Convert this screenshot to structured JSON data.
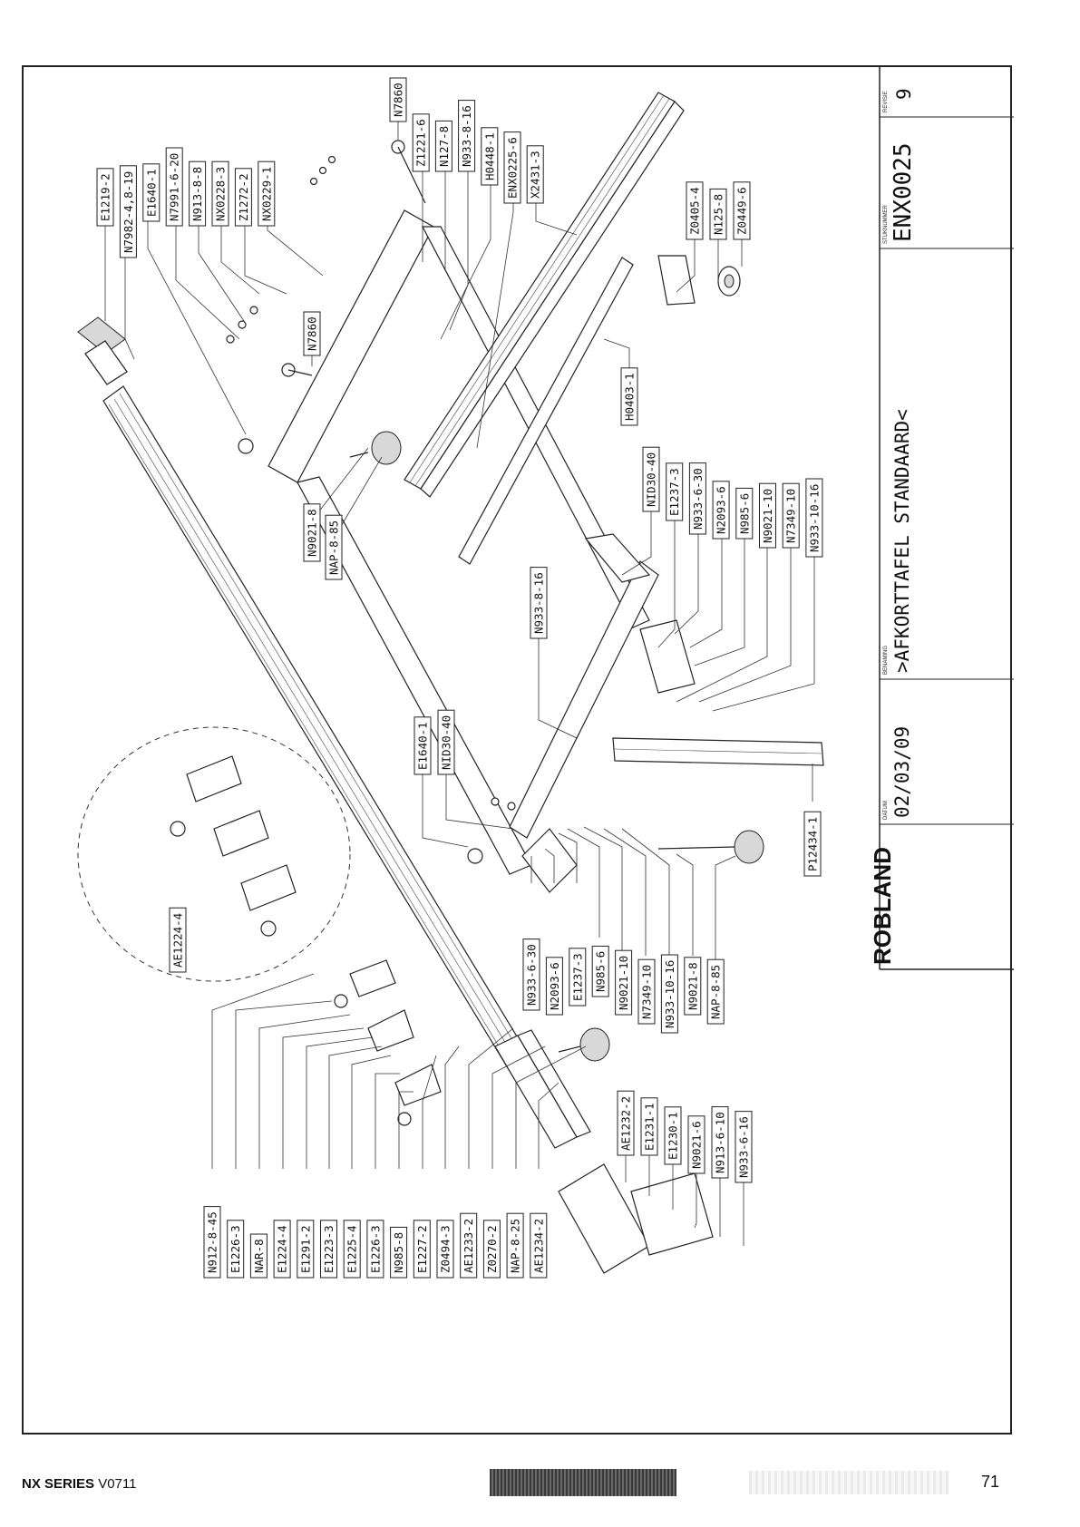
{
  "footer": {
    "series": "NX SERIES",
    "version": "V0711",
    "page": "71"
  },
  "title_block": {
    "brand": "ROBLAND",
    "datum_label": "DATUM",
    "datum": "02/03/09",
    "benaming_label": "BENAMING",
    "benaming": ">AFKORTTAFEL STANDAARD<",
    "stuknummer_label": "STUKNUMMER",
    "stuknummer": "ENX0025",
    "revisie_label": "REVISIE",
    "revisie": "9"
  },
  "labels": {
    "top_left": [
      "E1219-2",
      "N7982-4,8-19",
      "E1640-1",
      "N7991-6-20",
      "N913-8-8",
      "NX0228-3",
      "Z1272-2",
      "NX0229-1"
    ],
    "top_right": [
      "N7860",
      "Z1221-6",
      "N127-8",
      "N933-8-16",
      "H0448-1",
      "ENX0225-6",
      "X2431-3"
    ],
    "right_top": [
      "Z0405-4",
      "N125-8",
      "Z0449-6"
    ],
    "n7860_mid": "N7860",
    "h0403": "H0403-1",
    "knob_top": [
      "N9021-8",
      "NAP-8-85"
    ],
    "right_mid": [
      "NID30-40",
      "E1237-3",
      "N933-6-30",
      "N2093-6",
      "N985-6",
      "N9021-10",
      "N7349-10",
      "N933-10-16"
    ],
    "n933_mid": "N933-8-16",
    "center": [
      "E1640-1",
      "NID30-40"
    ],
    "p12434": "P12434-1",
    "ae1224_circle": "AE1224-4",
    "bottom_center": [
      "N933-6-30",
      "N2093-6",
      "E1237-3",
      "N985-6",
      "N9021-10",
      "N7349-10",
      "N933-10-16",
      "N9021-8",
      "NAP-8-85"
    ],
    "bottom_right": [
      "AE1232-2",
      "E1231-1",
      "E1230-1",
      "N9021-6",
      "N913-6-10",
      "N933-6-16"
    ],
    "bottom_left": [
      "N912-8-45",
      "E1226-3",
      "NAR-8",
      "E1224-4",
      "E1291-2",
      "E1223-3",
      "E1225-4",
      "E1226-3",
      "N985-8",
      "E1227-2",
      "Z0494-3",
      "AE1233-2",
      "Z0270-2",
      "NAP-8-25",
      "AE1234-2"
    ]
  }
}
